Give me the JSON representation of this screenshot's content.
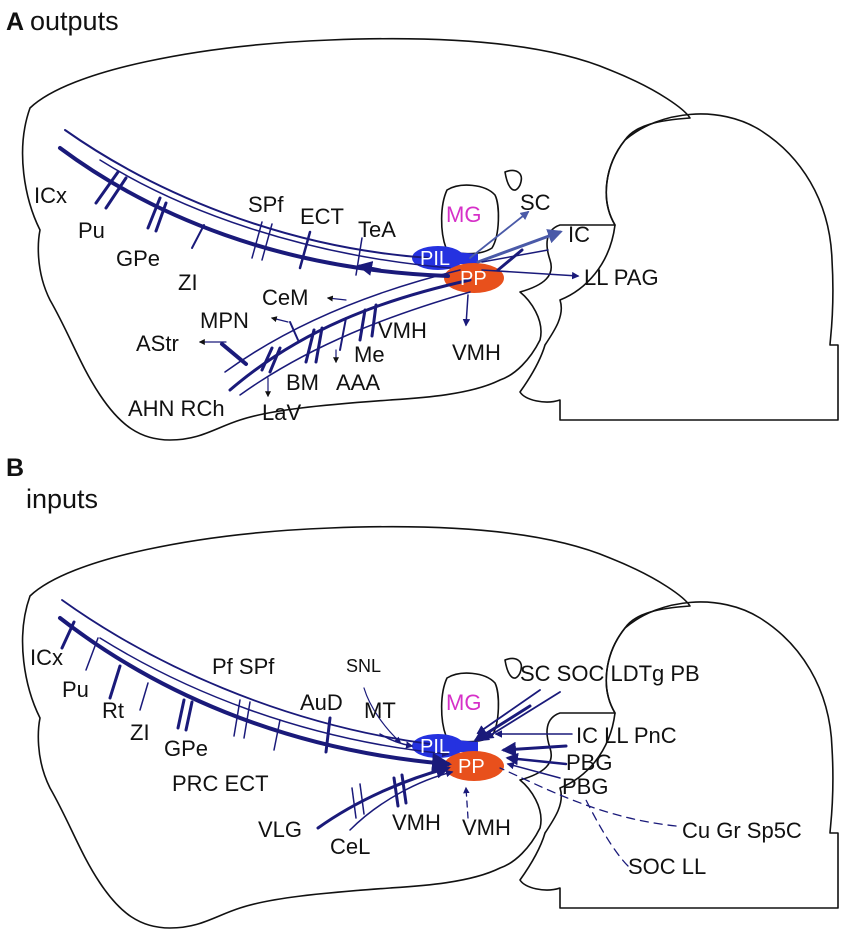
{
  "panels": [
    {
      "letter": "A",
      "title": "outputs",
      "mg": "MG",
      "pil": "PIL",
      "pp": "PP",
      "labels": {
        "icx": "ICx",
        "pu": "Pu",
        "gpe": "GPe",
        "zi": "ZI",
        "spf": "SPf",
        "ect": "ECT",
        "tea": "TeA",
        "cem": "CeM",
        "mpn": "MPN",
        "astr": "AStr",
        "vmh": "VMH",
        "me": "Me",
        "vmh2": "VMH",
        "bm": "BM",
        "aaa": "AAA",
        "ahn_rch": "AHN RCh",
        "lav": "LaV",
        "sc": "SC",
        "ic": "IC",
        "ll_pag": "LL PAG"
      }
    },
    {
      "letter": "B",
      "title": "inputs",
      "mg": "MG",
      "pil": "PIL",
      "pp": "PP",
      "labels": {
        "icx": "ICx",
        "pu": "Pu",
        "rt": "Rt",
        "zi": "ZI",
        "gpe": "GPe",
        "prc_ect": "PRC ECT",
        "pf_spf": "Pf SPf",
        "aud": "AuD",
        "snl": "SNL",
        "mt": "MT",
        "vlg": "VLG",
        "cel": "CeL",
        "vmh": "VMH",
        "vmh2": "VMH",
        "sc_soc": "SC SOC LDTg PB",
        "ic_ll": "IC LL PnC",
        "pbg1": "PBG",
        "pbg2": "PBG",
        "cu_gr": "Cu Gr Sp5C",
        "soc_ll": "SOC LL"
      }
    }
  ]
}
